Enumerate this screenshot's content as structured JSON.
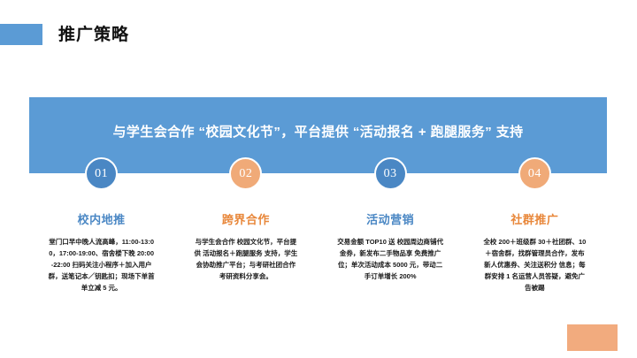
{
  "slide": {
    "title": "推广策略",
    "accent_color": "#5b9bd5",
    "orange_color": "#f0aa78"
  },
  "banner": {
    "text": "与学生会合作 “校园文化节”，平台提供 “活动报名 + 跑腿服务” 支持",
    "background": "#5b9bd5"
  },
  "columns": [
    {
      "number": "01",
      "heading": "校内地推",
      "body": "堂门口早中晚人流高峰，11:00-13:00，17:00-19:00、宿舍楼下晚 20:00-22:00 扫码关注小程序＋加入用户群，送笔记本／钥匙扣；现场下单首单立减 5 元。",
      "color": "#4a87c4"
    },
    {
      "number": "02",
      "heading": "跨界合作",
      "body": "与学生会合作 校园文化节，平台提供 活动报名＋跑腿服务 支持，学生会协助推广平台；与考研社团合作 考研资料分享会。",
      "color": "#e8873a"
    },
    {
      "number": "03",
      "heading": "活动营销",
      "body": "交易金额 TOP10 送 校园周边商铺代金券，新发布二手物品享 免费推广位；单次活动成本 5000 元，带动二手订单增长 200%",
      "color": "#4a87c4"
    },
    {
      "number": "04",
      "heading": "社群推广",
      "body": "全校 200＋班级群 30＋社团群、10＋宿舍群，找群管理员合作，发布 新人优惠券、关注送积分 信息；每群安排 1 名运营人员答疑，避免广告被踢",
      "color": "#e8873a"
    }
  ]
}
